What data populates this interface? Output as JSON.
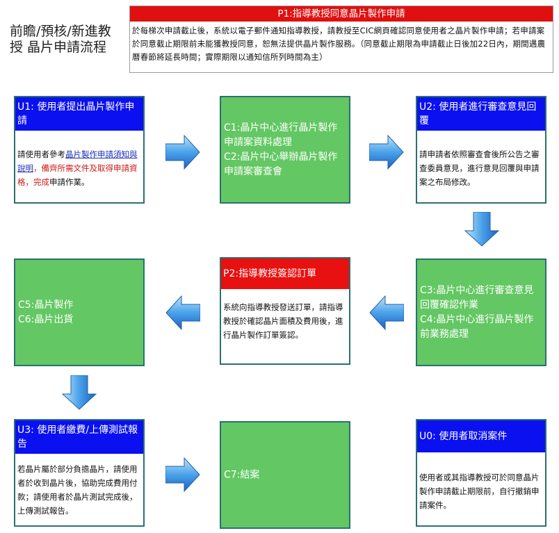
{
  "title": "前瞻/預核/新進教授 晶片申請流程",
  "p1": {
    "header": "P1:指導教授同意晶片製作申請",
    "body": "於每梯次申請截止後，系統以電子郵件通知指導教授，請教授至CIC網頁確認同意使用者之晶片製作申請；若申請案於同意截止期限前未能獲教授同意，恕無法提供晶片製作服務。（同意截止期限為申請截止日後加22日內，期間遇農曆春節將延長時間；實際期限以通知信所列時間為主）"
  },
  "u1": {
    "header": "U1: 使用者提出晶片製作申請",
    "body_pre": "請使用者參考",
    "body_link": "晶片製作申請須知與說明",
    "body_red1": "，備齊所需文件及取得申請資格，完成",
    "body_post": "申請作業。"
  },
  "c1": {
    "lines": [
      "C1:晶片中心進行晶片製作申請案資料處理",
      "C2:晶片中心舉辦晶片製作申請案審查會"
    ]
  },
  "u2": {
    "header": "U2: 使用者進行審查意見回覆",
    "body": "請申請者依照審查會後所公告之審查委員意見，進行意見回覆與申請案之布局修改。"
  },
  "c3": {
    "lines": [
      "C3:晶片中心進行審查意見回覆確認作業",
      "C4:晶片中心進行晶片製作前業務處理"
    ]
  },
  "p2": {
    "header": "P2:指導教授簽認訂單",
    "body": "系統向指導教授發送訂單，請指導教授於確認晶片面積及費用後，進行晶片製作訂單簽認。"
  },
  "c5": {
    "lines": [
      "C5:晶片製作",
      "C6:晶片出貨"
    ]
  },
  "u3": {
    "header": "U3: 使用者繳費/上傳測試報告",
    "body": "若晶片屬於部分負擔晶片，請使用者於收到晶片後，協助完成費用付款；請使用者於晶片測試完成後，上傳測試報告。"
  },
  "c7": {
    "lines": [
      "C7:結案"
    ]
  },
  "u0": {
    "header": "U0: 使用者取消案件",
    "body": "使用者或其指導教授可於同意晶片製作申請截止期限前，自行撤銷申請案件。"
  },
  "colors": {
    "blue": "#0a10f0",
    "red": "#e81010",
    "green": "#63c763",
    "border": "#2a7070",
    "arrow": "#3a8fe0"
  }
}
